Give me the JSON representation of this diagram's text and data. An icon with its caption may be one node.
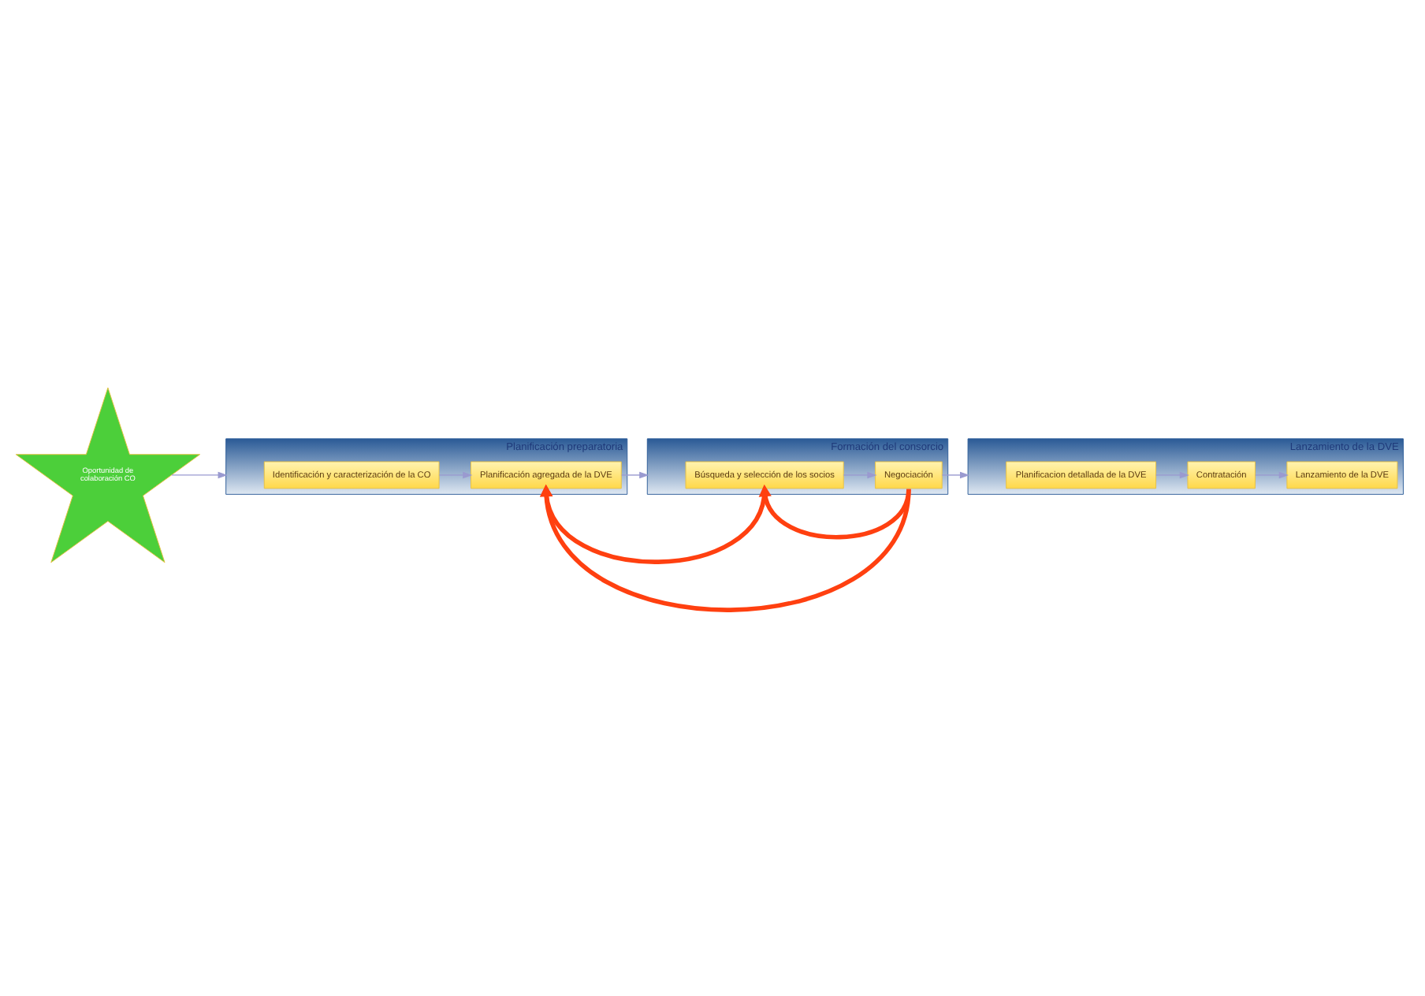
{
  "diagram": {
    "nodes": [
      {
        "text": [
          "Oportunidad de colaboración CO"
        ]
      },
      {
        "text": [
          "Planificación preparatoria"
        ]
      },
      {
        "text": [
          "Identificación y caracterización de la CO"
        ],
        "in": 1
      },
      {
        "text": [
          "Planificación agregada de la DVE"
        ],
        "in": 1
      },
      {
        "text": [
          "Formación del consorcio"
        ]
      },
      {
        "text": [
          "Búsqueda y selección de los socios"
        ],
        "in": 4
      },
      {
        "text": [
          "Negociación"
        ],
        "in": 4
      },
      {
        "text": [
          "Lanzamiento de la DVE"
        ]
      },
      {
        "text": [
          "Planificacion detallada de la DVE"
        ],
        "in": 7
      },
      {
        "text": [
          "Contratación"
        ],
        "in": 7
      },
      {
        "text": [
          "Lanzamiento de la DVE"
        ],
        "in": 7
      }
    ],
    "edges": [
      {
        "from": 0,
        "to": 1,
        "arrow": "to"
      },
      {
        "from": 2,
        "to": 3,
        "arrow": "to"
      },
      {
        "from": 3,
        "to": 4,
        "arrow": "to"
      },
      {
        "from": 5,
        "to": 6,
        "arrow": "to"
      },
      {
        "from": 6,
        "to": 7,
        "arrow": "to"
      },
      {
        "from": 8,
        "to": 9,
        "arrow": "to"
      },
      {
        "from": 9,
        "to": 10,
        "arrow": "to"
      },
      {
        "from": 5,
        "to": 3,
        "arrow": "to",
        "style": "thick",
        "color": "#ff4010"
      },
      {
        "from": 6,
        "to": 5,
        "arrow": "to",
        "style": "thick",
        "color": "#ff4010"
      },
      {
        "from": 6,
        "to": 3,
        "arrow": "to",
        "style": "thick",
        "color": "#ff4010"
      }
    ]
  }
}
